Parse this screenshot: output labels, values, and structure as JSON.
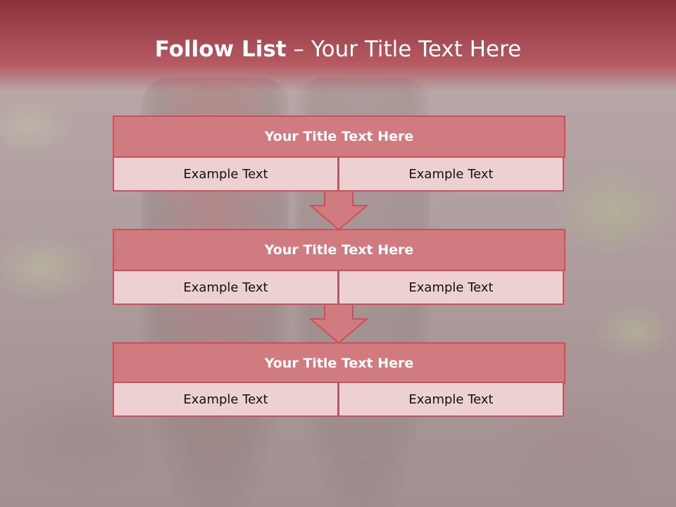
{
  "header": {
    "title_bold": "Follow List",
    "title_rest": " – Your Title Text Here"
  },
  "blocks": [
    {
      "title": "Your Title Text Here",
      "left": "Example Text",
      "right": "Example Text"
    },
    {
      "title": "Your Title Text Here",
      "left": "Example Text",
      "right": "Example Text"
    },
    {
      "title": "Your Title Text Here",
      "left": "Example Text",
      "right": "Example Text"
    }
  ],
  "colors": {
    "header": "#a2464f",
    "block_header": "#d07b80",
    "cell": "#ecd0d2",
    "border": "#c8525b"
  },
  "icons": [
    "down-arrow-icon",
    "down-arrow-icon"
  ]
}
